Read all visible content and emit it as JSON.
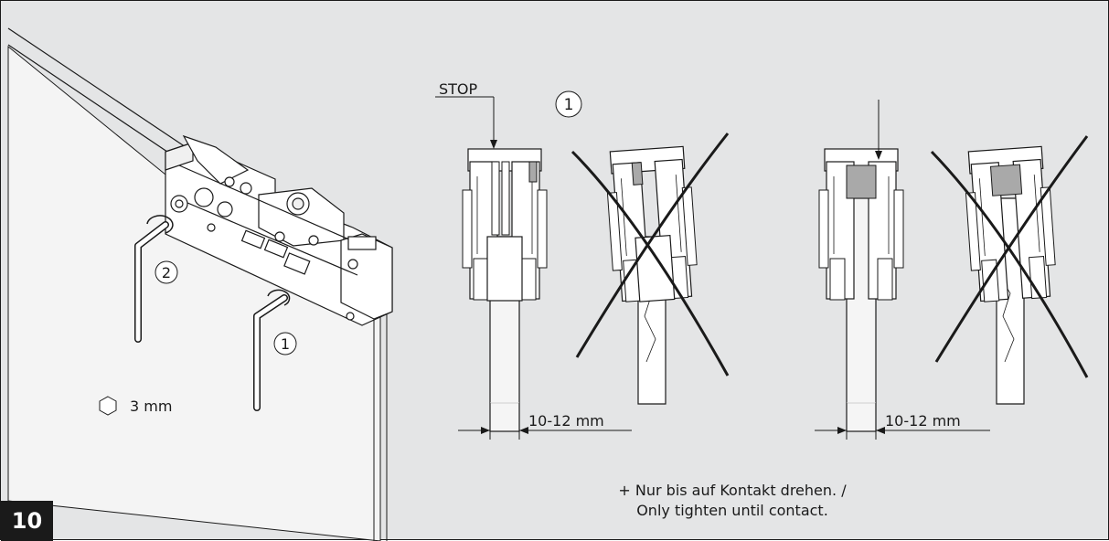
{
  "step_number": "10",
  "callouts": {
    "marker_1": "1",
    "marker_2": "2",
    "stop_label": "STOP",
    "hex_key_size": "3 mm",
    "gap_left": "10-12 mm",
    "gap_right": "10-12 mm"
  },
  "instruction": {
    "line1": "+ Nur bis auf Kontakt drehen. /",
    "line2": "Only tighten until contact."
  },
  "colors": {
    "background": "#e4e5e6",
    "line": "#1a1a1a",
    "part_fill": "#ffffff",
    "glass_fill": "#f5f5f5",
    "pad_fill": "#a9a9a9",
    "badge": "#1a1a1a"
  }
}
